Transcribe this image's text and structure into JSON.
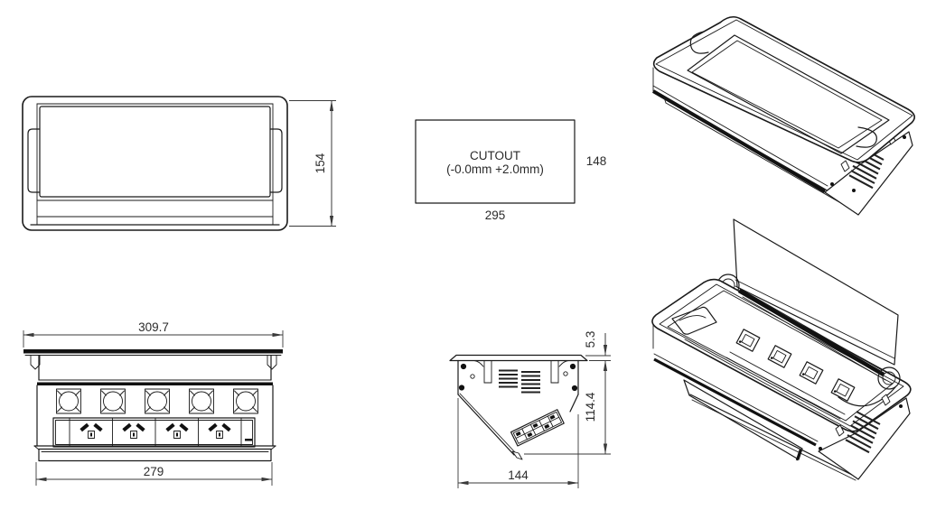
{
  "top_view": {
    "height_dim": "154"
  },
  "cutout_box": {
    "title": "CUTOUT",
    "tolerance": "(-0.0mm +2.0mm)",
    "height_dim": "148",
    "width_dim": "295"
  },
  "front_view": {
    "overall_width_dim": "309.7",
    "body_width_dim": "279"
  },
  "side_view": {
    "lip_thickness_dim": "5.3",
    "depth_dim": "114.4",
    "width_dim": "144"
  }
}
